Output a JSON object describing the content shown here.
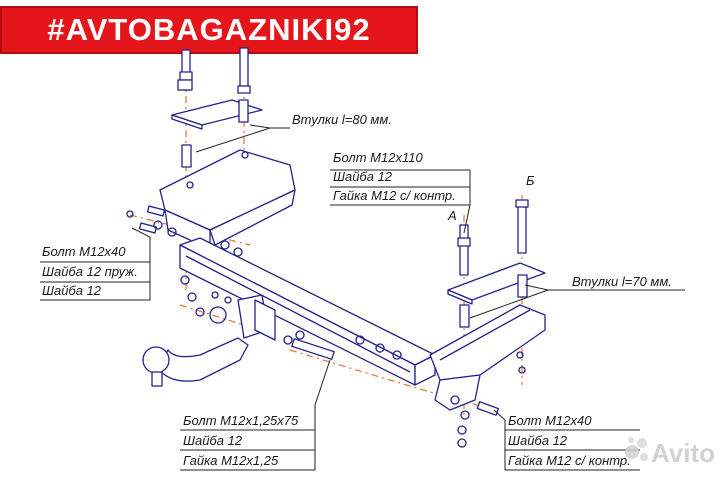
{
  "banner": {
    "text": "#AVTOBAGAZNIKI92",
    "color": "#e5161b"
  },
  "labels": {
    "bushing_top": "Втулки l=80 мм.",
    "bolt_group_a": [
      "Болт М12х110",
      "Шайба 12",
      "Гайка М12 с/ контр."
    ],
    "marker_a": "А",
    "marker_b": "Б",
    "bushing_right": "Втулки l=70 мм.",
    "bolt_group_left": [
      "Болт М12х40",
      "Шайба 12 пруж.",
      "Шайба 12"
    ],
    "bolt_group_bottom": [
      "Болт М12х1,25х75",
      "Шайба 12",
      "Гайка М12х1,25"
    ],
    "bolt_group_bottom_right": [
      "Болт М12х40",
      "Шайба 12",
      "Гайка М12 с/ контр."
    ]
  },
  "watermark": {
    "text": "Avito",
    "icon": "avito-logo-icon"
  },
  "colors": {
    "part_stroke": "#23238a",
    "axis": "#e8702a",
    "text": "#1a1a1a"
  }
}
